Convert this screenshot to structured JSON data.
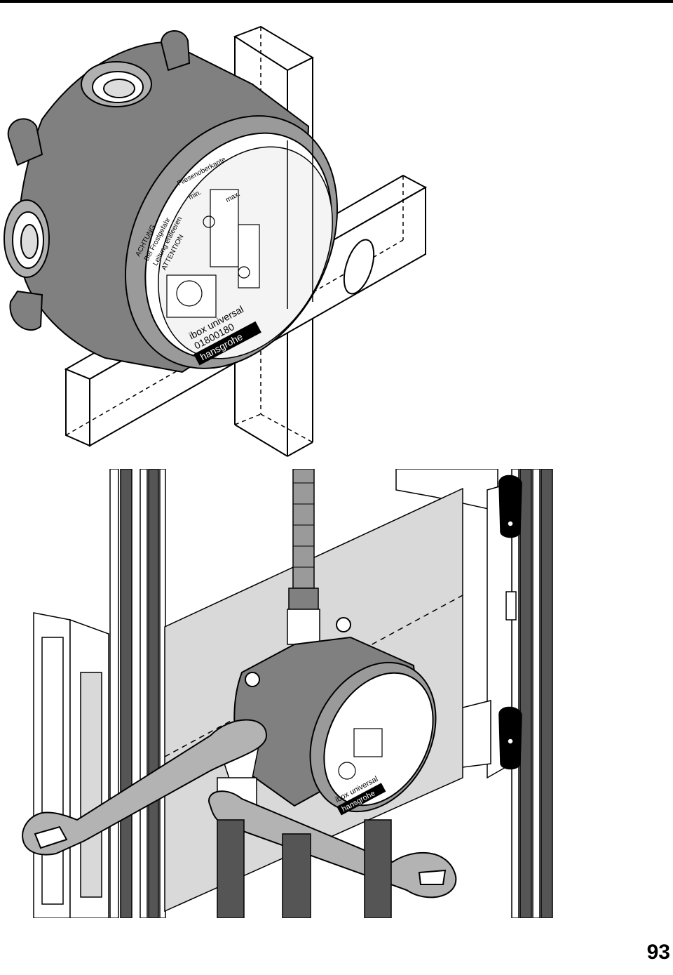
{
  "page": {
    "number": "93"
  },
  "figure_top": {
    "brand": "hansgrohe",
    "product_label": "ibox universal",
    "article_no": "01800180",
    "sticker_lines": [
      "ACHTUNG",
      "Bei Frostgefahr",
      "Leitung entleeren",
      "ATTENTION",
      "Fliesenoberkante",
      "min.",
      "max."
    ]
  },
  "figure_bottom": {
    "brand": "hansgrohe",
    "product_label": "ibox universal"
  },
  "colors": {
    "body": "#808080",
    "body_dark": "#555555",
    "panel": "#d9d9d9",
    "line": "#000000",
    "label_bg": "#000000",
    "label_fg": "#ffffff"
  }
}
